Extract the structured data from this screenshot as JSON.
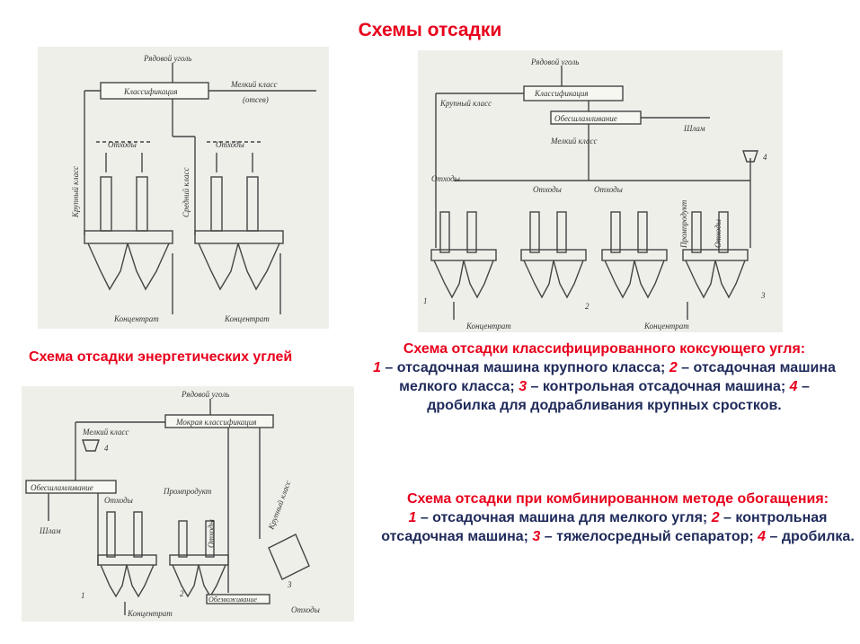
{
  "title": "Схемы отсадки",
  "figure1": {
    "caption": "Схема отсадки энергетических углей",
    "labels": {
      "input": "Рядовой уголь",
      "classification": "Классификация",
      "fine": "Мелкий класс",
      "sieve": "(отсев)",
      "waste1": "Отходы",
      "waste2": "Отходы",
      "coarse": "Крупный класс",
      "medium": "Средний класс",
      "conc1": "Концентрат",
      "conc2": "Концентрат"
    }
  },
  "figure2": {
    "caption_title": "Схема отсадки классифицированного коксующего угля:",
    "items": [
      {
        "num": "1",
        "text": " – отсадочная машина крупного класса; "
      },
      {
        "num": "2",
        "text": " – отсадочная машина мелкого класса; "
      },
      {
        "num": "3",
        "text": " – контрольная отсадочная машина; "
      },
      {
        "num": "4",
        "text": " – дробилка для додрабливания крупных сростков."
      }
    ],
    "labels": {
      "input": "Рядовой уголь",
      "classification": "Классификация",
      "coarse": "Крупный класс",
      "desliming": "Обесшламливание",
      "slime": "Шлам",
      "fine": "Мелкий класс",
      "waste1": "Отходы",
      "waste2": "Отходы",
      "waste3": "Отходы",
      "waste4": "Отходы",
      "middlings": "Промпродукт",
      "conc1": "Концентрат",
      "conc2": "Концентрат",
      "n1": "1",
      "n2": "2",
      "n3": "3",
      "n4": "4"
    }
  },
  "figure3": {
    "caption_title": "Схема отсадки при комбинированном методе обогащения:",
    "items": [
      {
        "num": "1",
        "text": " – отсадочная машина для мелкого угля; "
      },
      {
        "num": "2",
        "text": " – контрольная отсадочная машина; "
      },
      {
        "num": "3",
        "text": " – тяжелосредный сепаратор; "
      },
      {
        "num": "4",
        "text": " – дробилка."
      }
    ],
    "labels": {
      "input": "Рядовой уголь",
      "classification": "Мокрая классификация",
      "fine": "Мелкий класс",
      "desliming": "Обесшламливание",
      "slime": "Шлам",
      "waste1": "Отходы",
      "middlings": "Промпродукт",
      "waste2": "Отходы",
      "coarse": "Крупный класс",
      "dewatering": "Обезвоживание",
      "waste3": "Отходы",
      "conc": "Концентрат",
      "n1": "1",
      "n2": "2",
      "n3": "3",
      "n4": "4"
    }
  }
}
